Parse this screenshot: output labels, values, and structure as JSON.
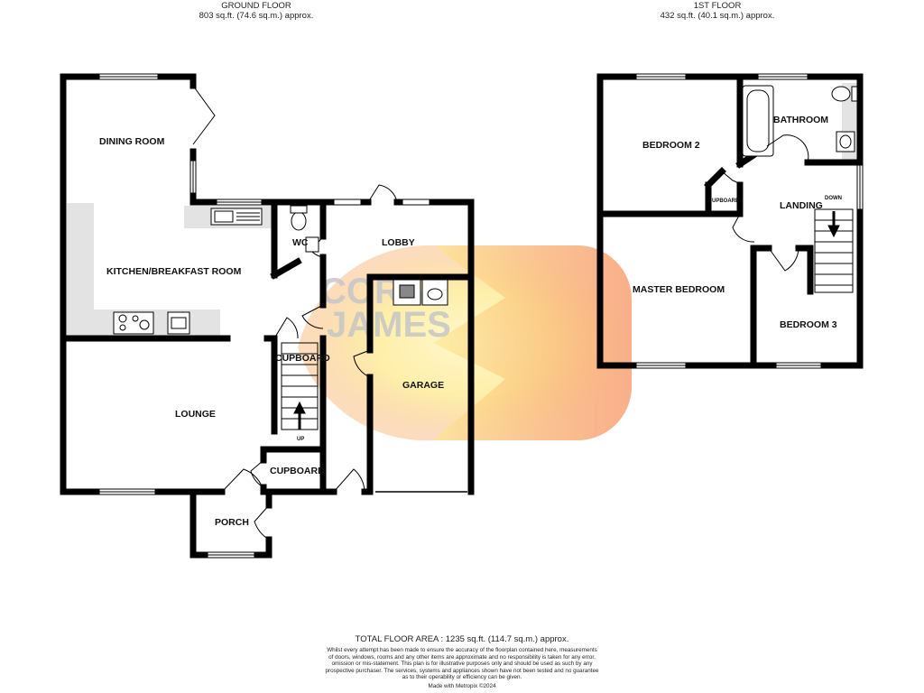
{
  "ground_floor": {
    "title": "GROUND FLOOR",
    "area": "803 sq.ft. (74.6 sq.m.) approx.",
    "rooms": {
      "dining": "DINING ROOM",
      "kitchen": "KITCHEN/BREAKFAST ROOM",
      "wc": "WC",
      "lobby": "LOBBY",
      "cupboard_stairs": "CUPBOARD",
      "lounge": "LOUNGE",
      "garage": "GARAGE",
      "cupboard": "CUPBOARD",
      "porch": "PORCH"
    },
    "stair_label": "UP"
  },
  "first_floor": {
    "title": "1ST FLOOR",
    "area": "432 sq.ft. (40.1 sq.m.) approx.",
    "rooms": {
      "bedroom2": "BEDROOM 2",
      "bathroom": "BATHROOM",
      "cupboard": "UPBOARD",
      "landing": "LANDING",
      "master": "MASTER BEDROOM",
      "bedroom3": "BEDROOM 3"
    },
    "stair_label": "DOWN"
  },
  "watermark": {
    "line1": "CORA",
    "line2": "JAMES"
  },
  "footer": {
    "total": "TOTAL FLOOR AREA : 1235 sq.ft. (114.7 sq.m.) approx.",
    "disclaimer_lines": [
      "Whilst every attempt has been made to ensure the accuracy of the floorplan contained here, measurements",
      "of doors, windows, rooms and any other items are approximate and no responsibility is taken for any error,",
      "omission or mis-statement. This plan is for illustrative purposes only and should be used as such by any",
      "prospective purchaser. The services, systems and appliances shown have not been tested and no guarantee",
      "as to their operability or efficiency can be given."
    ],
    "made_with": "Made with Metropix ©2024"
  },
  "colors": {
    "wall": "#000000",
    "fixture_fill": "#e3e3e3",
    "watermark_orange": "#f26a2e",
    "watermark_yellow": "#fde98c"
  }
}
